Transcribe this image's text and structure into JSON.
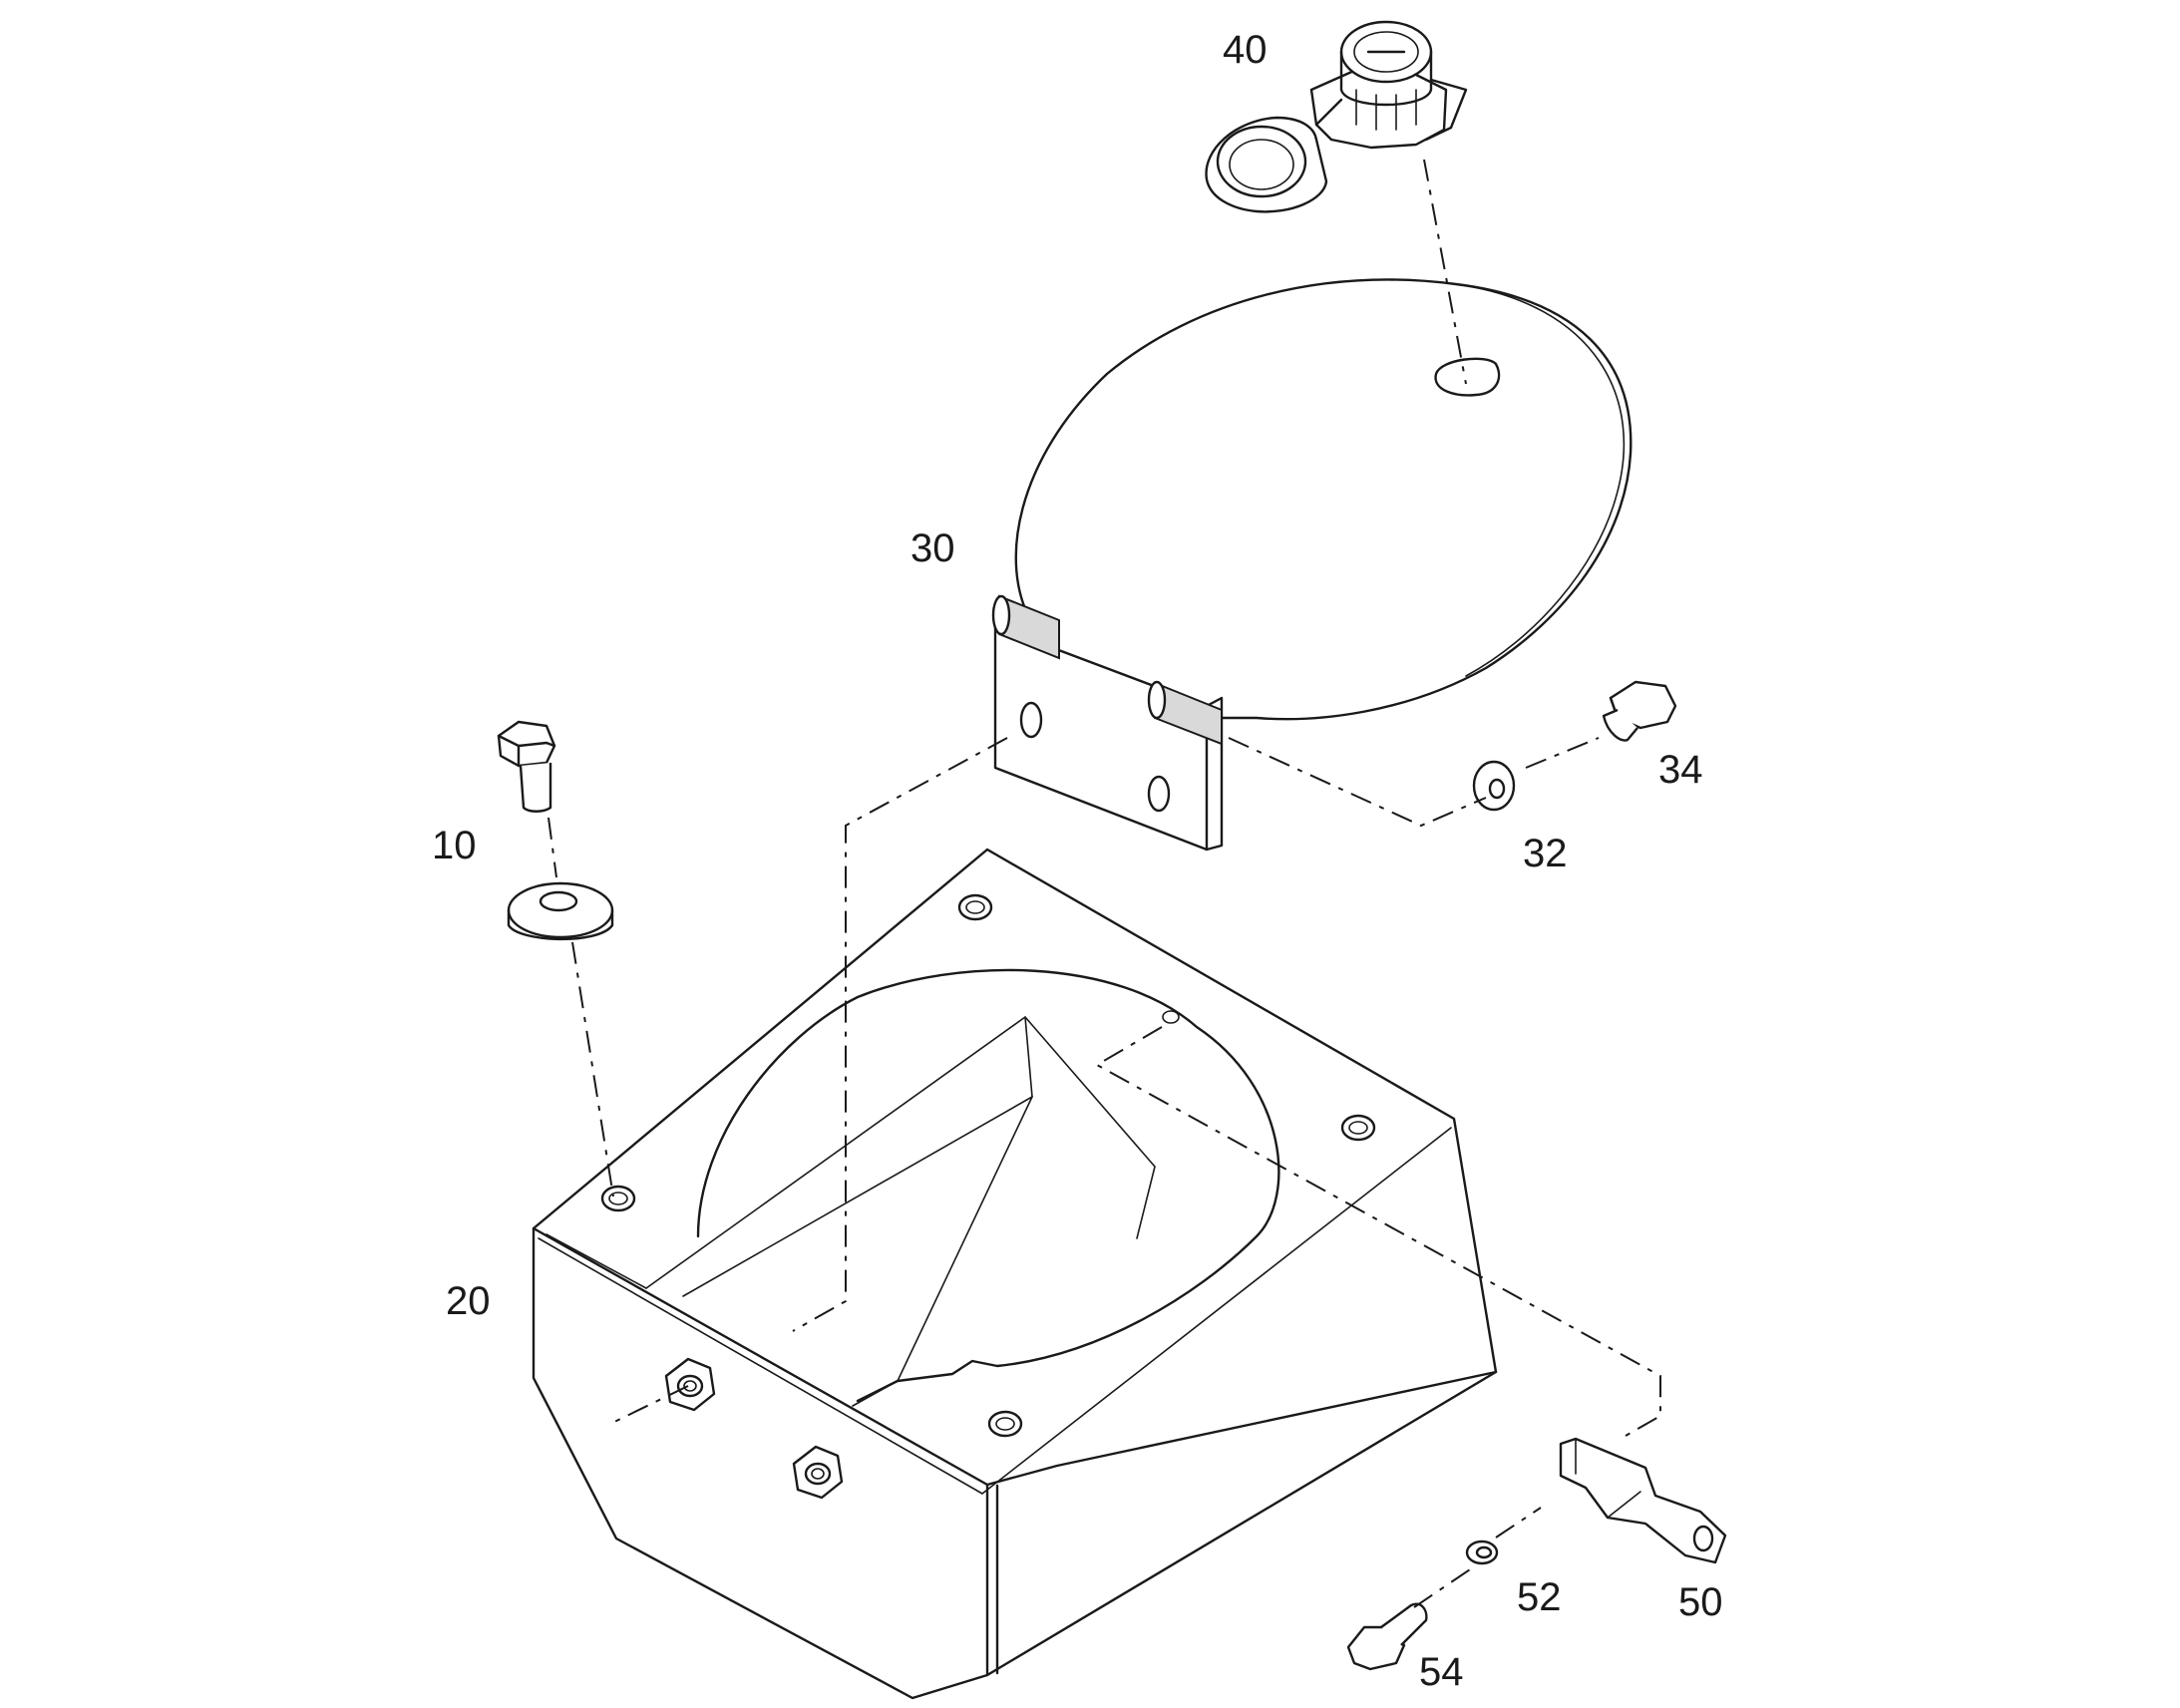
{
  "callouts": {
    "p10": "10",
    "p20": "20",
    "p30": "30",
    "p32": "32",
    "p34": "34",
    "p40": "40",
    "p50": "50",
    "p52": "52",
    "p54": "54"
  }
}
